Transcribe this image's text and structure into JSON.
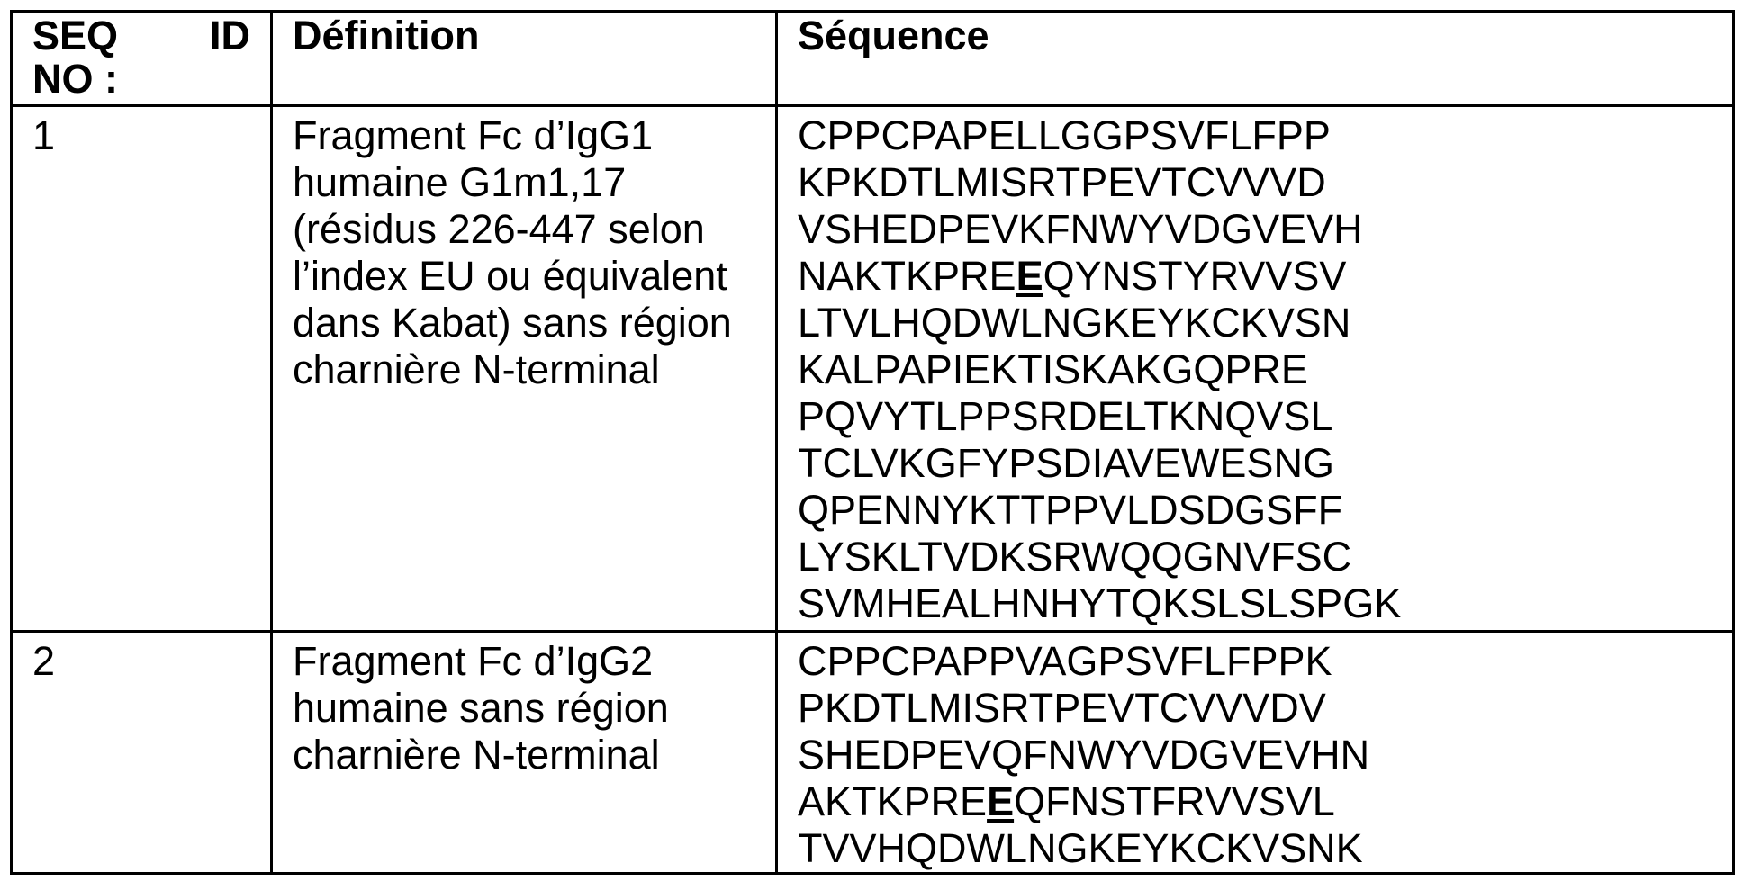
{
  "table": {
    "headers": {
      "seq_id_word1": "SEQ",
      "seq_id_word2": "ID",
      "seq_id_line2": "NO :",
      "definition": "Définition",
      "sequence": "Séquence"
    },
    "rows": [
      {
        "seq_id": "1",
        "definition": "Fragment Fc d’IgG1 humaine G1m1,17 (résidus 226-447 selon l’index EU ou équivalent dans Kabat) sans région charnière N-terminal",
        "sequence_lines": [
          {
            "pre": "CPPCPAPELLGGPSVFLFPP",
            "mut": "",
            "post": ""
          },
          {
            "pre": "KPKDTLMISRTPEVTCVVVD",
            "mut": "",
            "post": ""
          },
          {
            "pre": "VSHEDPEVKFNWYVDGVEVH",
            "mut": "",
            "post": ""
          },
          {
            "pre": "NAKTKPRE",
            "mut": "E",
            "post": "QYNSTYRVVSV"
          },
          {
            "pre": "LTVLHQDWLNGKEYKCKVSN",
            "mut": "",
            "post": ""
          },
          {
            "pre": "KALPAPIEKTISKAKGQPRE",
            "mut": "",
            "post": ""
          },
          {
            "pre": "PQVYTLPPSRDELTKNQVSL",
            "mut": "",
            "post": ""
          },
          {
            "pre": "TCLVKGFYPSDIAVEWESNG",
            "mut": "",
            "post": ""
          },
          {
            "pre": "QPENNYKTTPPVLDSDGSFF",
            "mut": "",
            "post": ""
          },
          {
            "pre": "LYSKLTVDKSRWQQGNVFSC",
            "mut": "",
            "post": ""
          },
          {
            "pre": "SVMHEALHNHYTQKSLSLSPGK",
            "mut": "",
            "post": ""
          }
        ]
      },
      {
        "seq_id": "2",
        "definition": "Fragment Fc d’IgG2 humaine sans région charnière N-terminal",
        "sequence_lines": [
          {
            "pre": "CPPCPAPPVAGPSVFLFPPK",
            "mut": "",
            "post": ""
          },
          {
            "pre": "PKDTLMISRTPEVTCVVVDV",
            "mut": "",
            "post": ""
          },
          {
            "pre": "SHEDPEVQFNWYVDGVEVHN",
            "mut": "",
            "post": ""
          },
          {
            "pre": "AKTKPRE",
            "mut": "E",
            "post": "QFNSTFRVVSVL"
          },
          {
            "pre": "TVVHQDWLNGKEYKCKVSNK",
            "mut": "",
            "post": ""
          }
        ]
      }
    ]
  }
}
